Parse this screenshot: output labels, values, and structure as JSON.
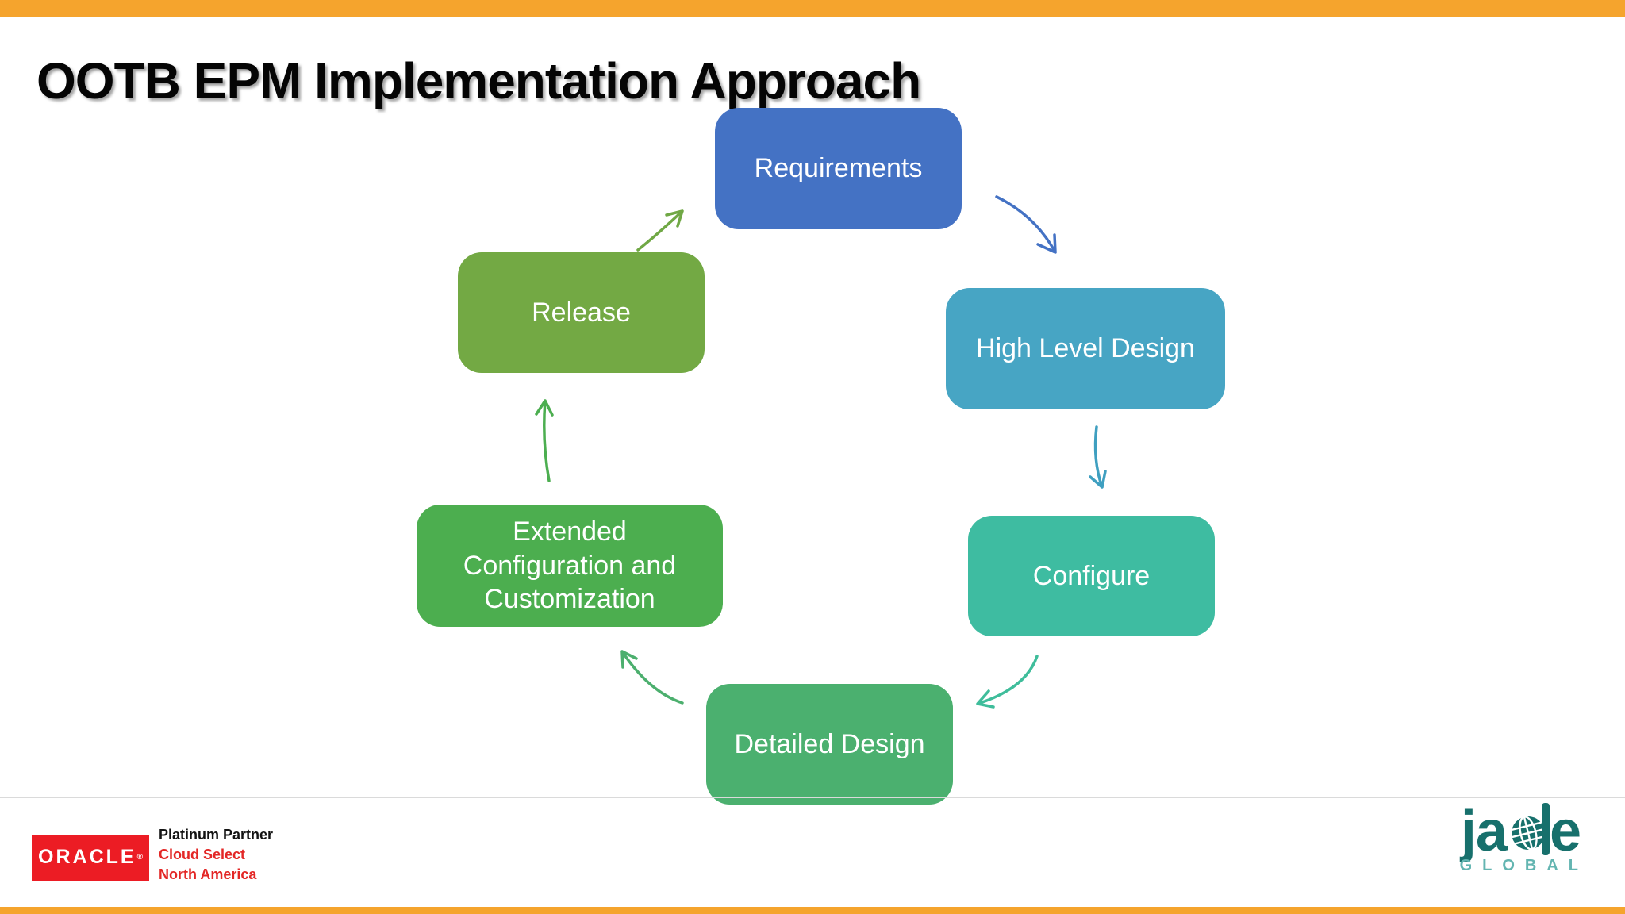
{
  "slide": {
    "title": "OOTB EPM Implementation Approach"
  },
  "diagram": {
    "steps": [
      {
        "label": "Requirements",
        "color": "#4472C4"
      },
      {
        "label": "High Level Design",
        "color": "#47A5C4"
      },
      {
        "label": "Configure",
        "color": "#3EBCA1"
      },
      {
        "label": "Detailed Design",
        "color": "#4BB06F"
      },
      {
        "label": "Extended Configuration and Customization",
        "color": "#4CAE4F"
      },
      {
        "label": "Release",
        "color": "#73A944"
      }
    ],
    "arrow_colors": {
      "requirements_to_hld": "#4472C4",
      "hld_to_configure": "#3F9FC0",
      "configure_to_detailed": "#3FBD9B",
      "detailed_to_extended": "#4CAF6E",
      "extended_to_release": "#4CAE50",
      "release_to_requirements": "#70A845"
    }
  },
  "footer": {
    "oracle_logo_text": "ORACLE",
    "oracle_reg_mark": "®",
    "partner_lines": {
      "line1": "Platinum Partner",
      "line2": "Cloud Select",
      "line3": "North America"
    },
    "jade": {
      "pre": "ja",
      "post": "e",
      "global": "GLOBAL"
    }
  }
}
